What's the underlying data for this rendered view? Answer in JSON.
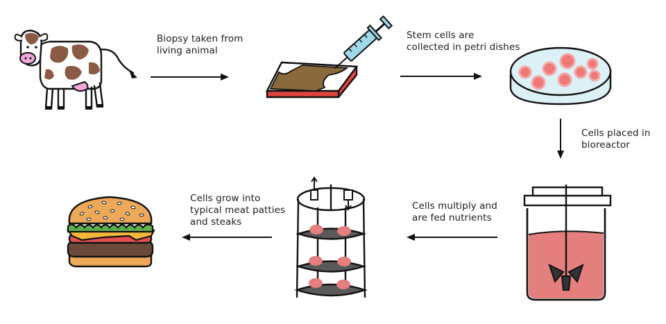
{
  "steps": [
    {
      "id": "biopsy",
      "text": "Biopsy taken from\nliving animal"
    },
    {
      "id": "stem_cells",
      "text": "Stem cells are\ncollected in petri dishes"
    },
    {
      "id": "bioreactor",
      "text": "Cells placed in\nbioreactor"
    },
    {
      "id": "multiply",
      "text": "Cells multiply and\nare fed nutrients"
    },
    {
      "id": "grow",
      "text": "Cells grow into\ntypical meat patties\nand steaks"
    }
  ],
  "icons": [
    "cow-icon",
    "tissue-sample-syringe-icon",
    "petri-dish-icon",
    "bioreactor-icon",
    "scaffold-bioreactor-icon",
    "burger-icon"
  ],
  "colors": {
    "cow_spots": "#8a5a44",
    "udder": "#f0a8d8",
    "tissue_red": "#e0443e",
    "tissue_brown": "#8a6a3c",
    "syringe": "#9fd8e8",
    "cell_pink": "#f07878",
    "dish": "#dcf1f5",
    "medium": "#e47f7e",
    "shelf": "#5a5a5a",
    "bun": "#eda95a",
    "lettuce": "#5db04d",
    "cheese": "#f5b73a",
    "tomato": "#e05050",
    "patty": "#6b4a3a"
  }
}
